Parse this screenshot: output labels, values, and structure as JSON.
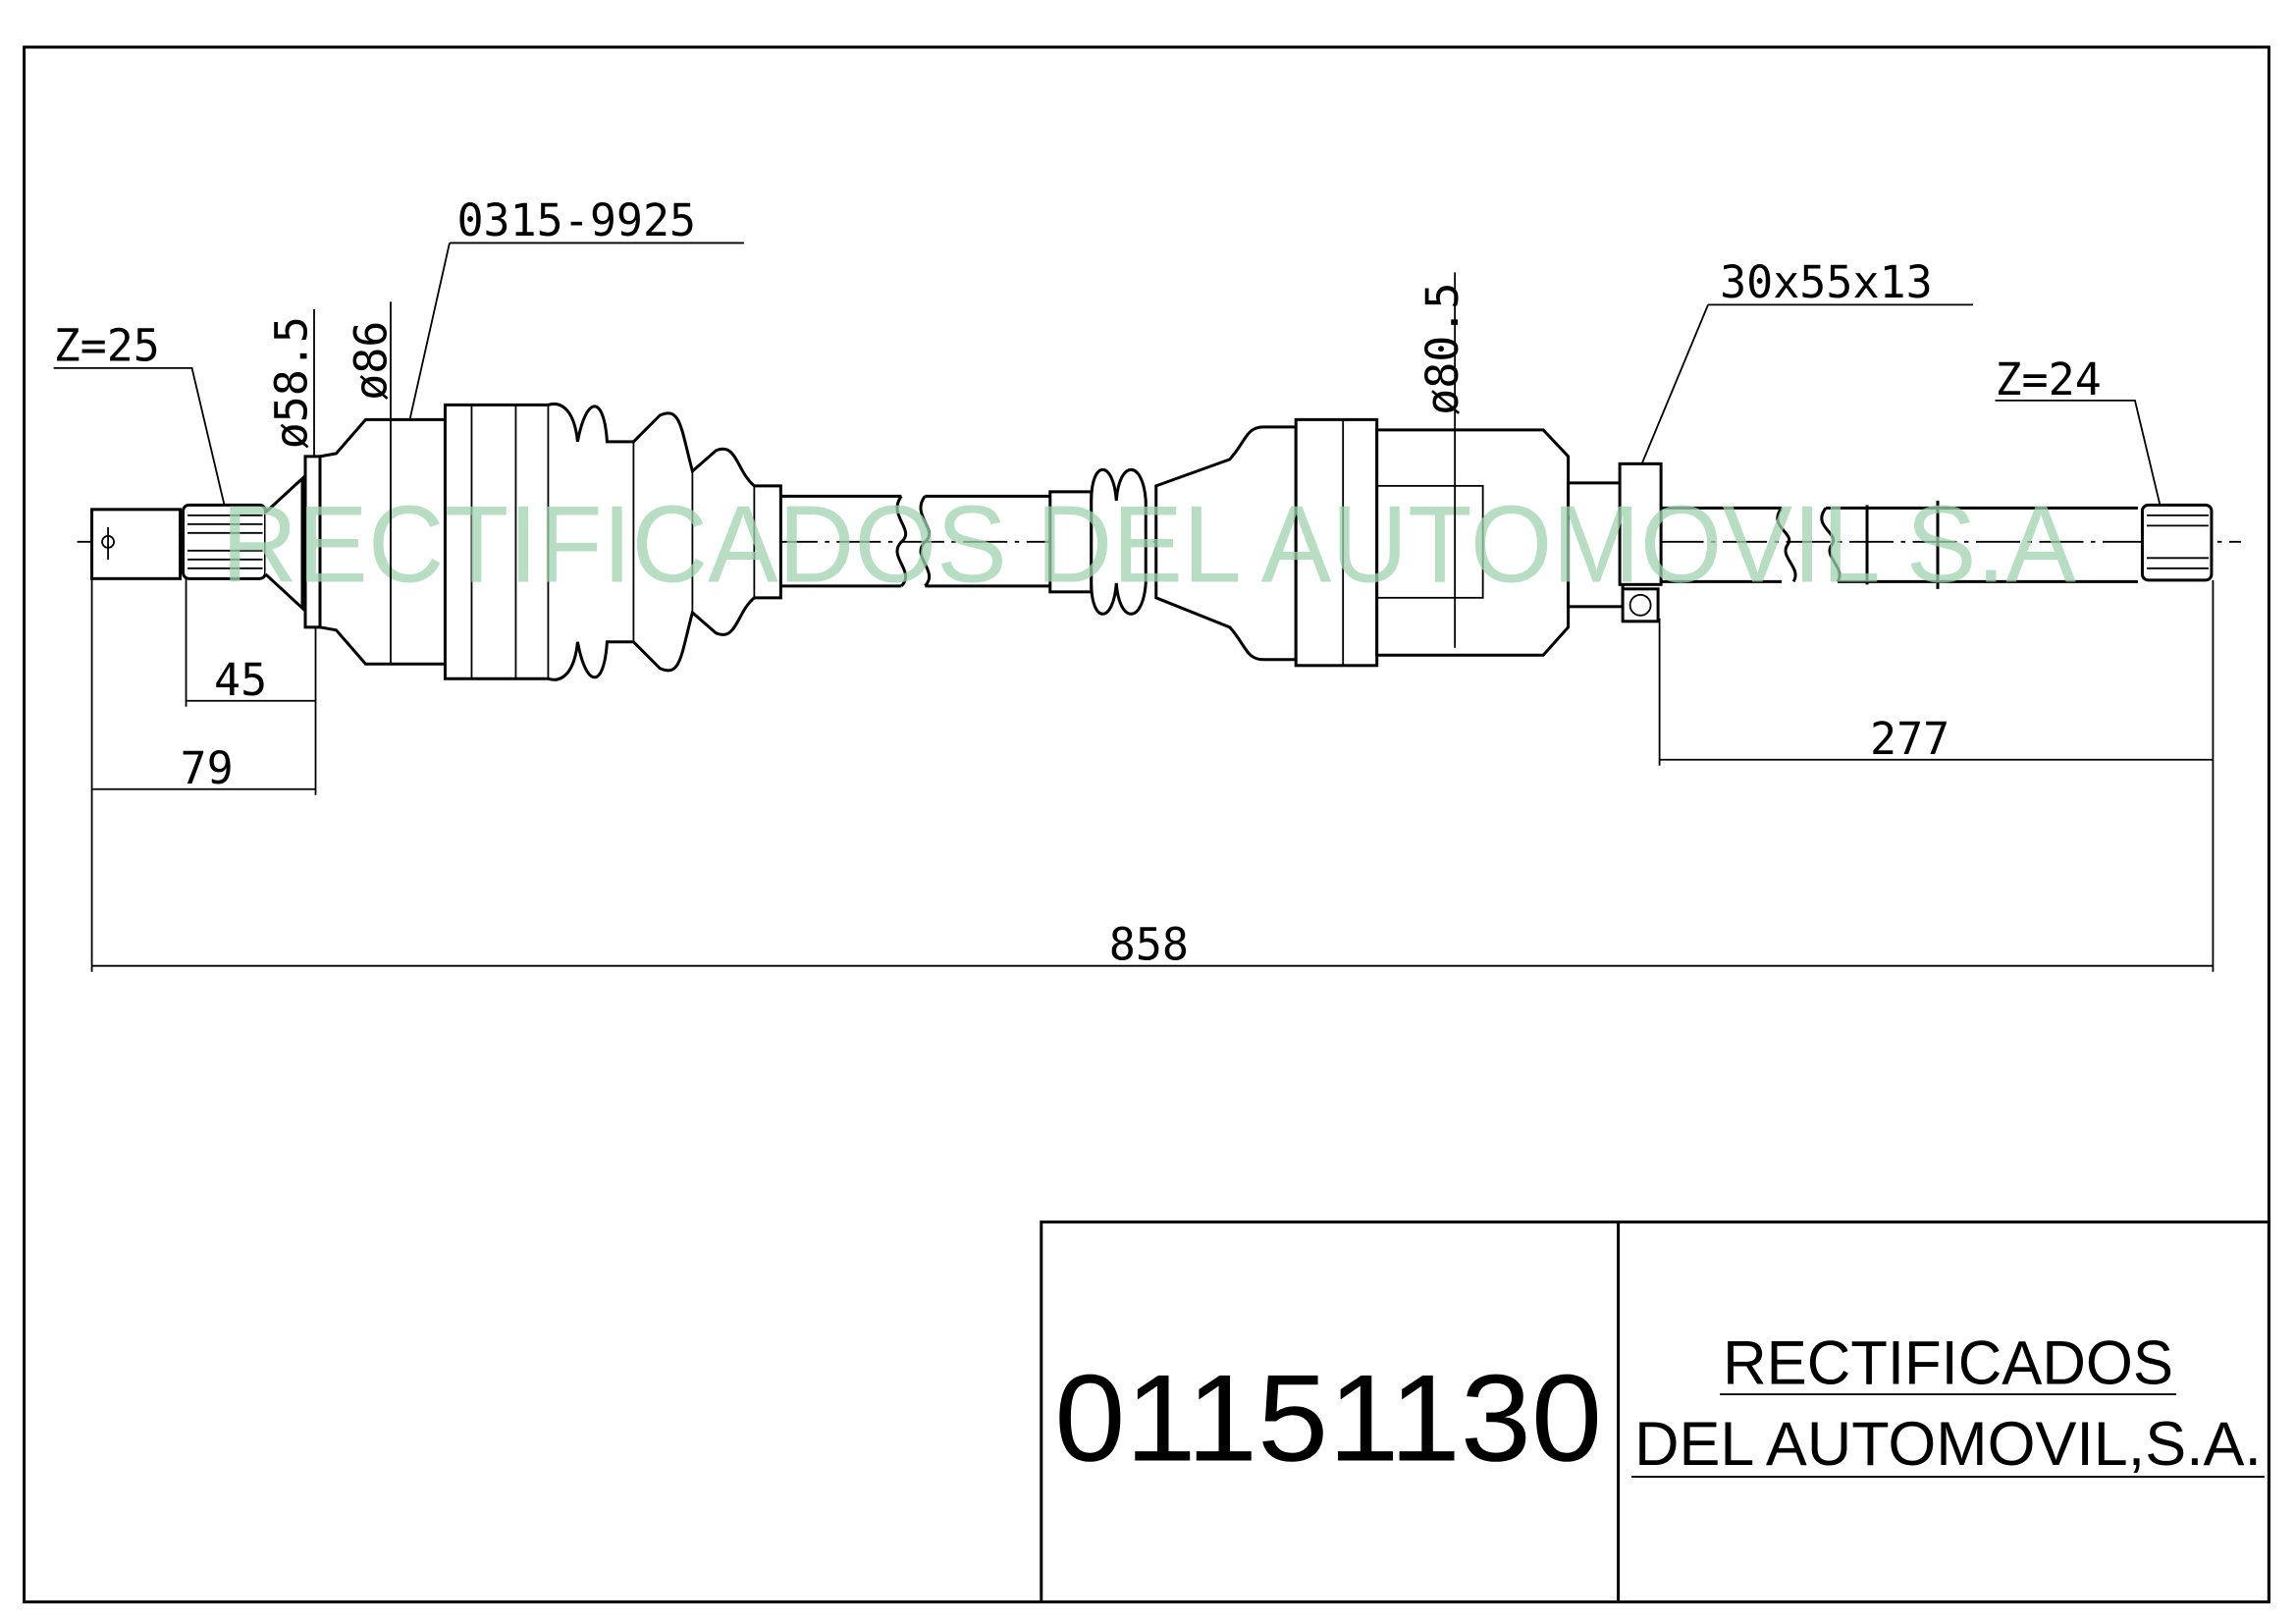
{
  "drawing": {
    "part_number": "01151130",
    "company_line1": "RECTIFICADOS",
    "company_line2": "DEL AUTOMOVIL,S.A.",
    "watermark": "RECTIFICADOS DEL AUTOMOVIL S.A",
    "labels": {
      "spline_left": "Z=25",
      "spline_right": "Z=24",
      "boot_kit": "0315-9925",
      "bearing": "30x55x13",
      "dia_585": "ø58.5",
      "dia_86": "ø86",
      "dia_805": "ø80.5"
    },
    "dimensions": {
      "d45": "45",
      "d79": "79",
      "d277": "277",
      "d858": "858"
    },
    "colors": {
      "line": "#000000",
      "watermark": "#9fd4b0"
    }
  }
}
